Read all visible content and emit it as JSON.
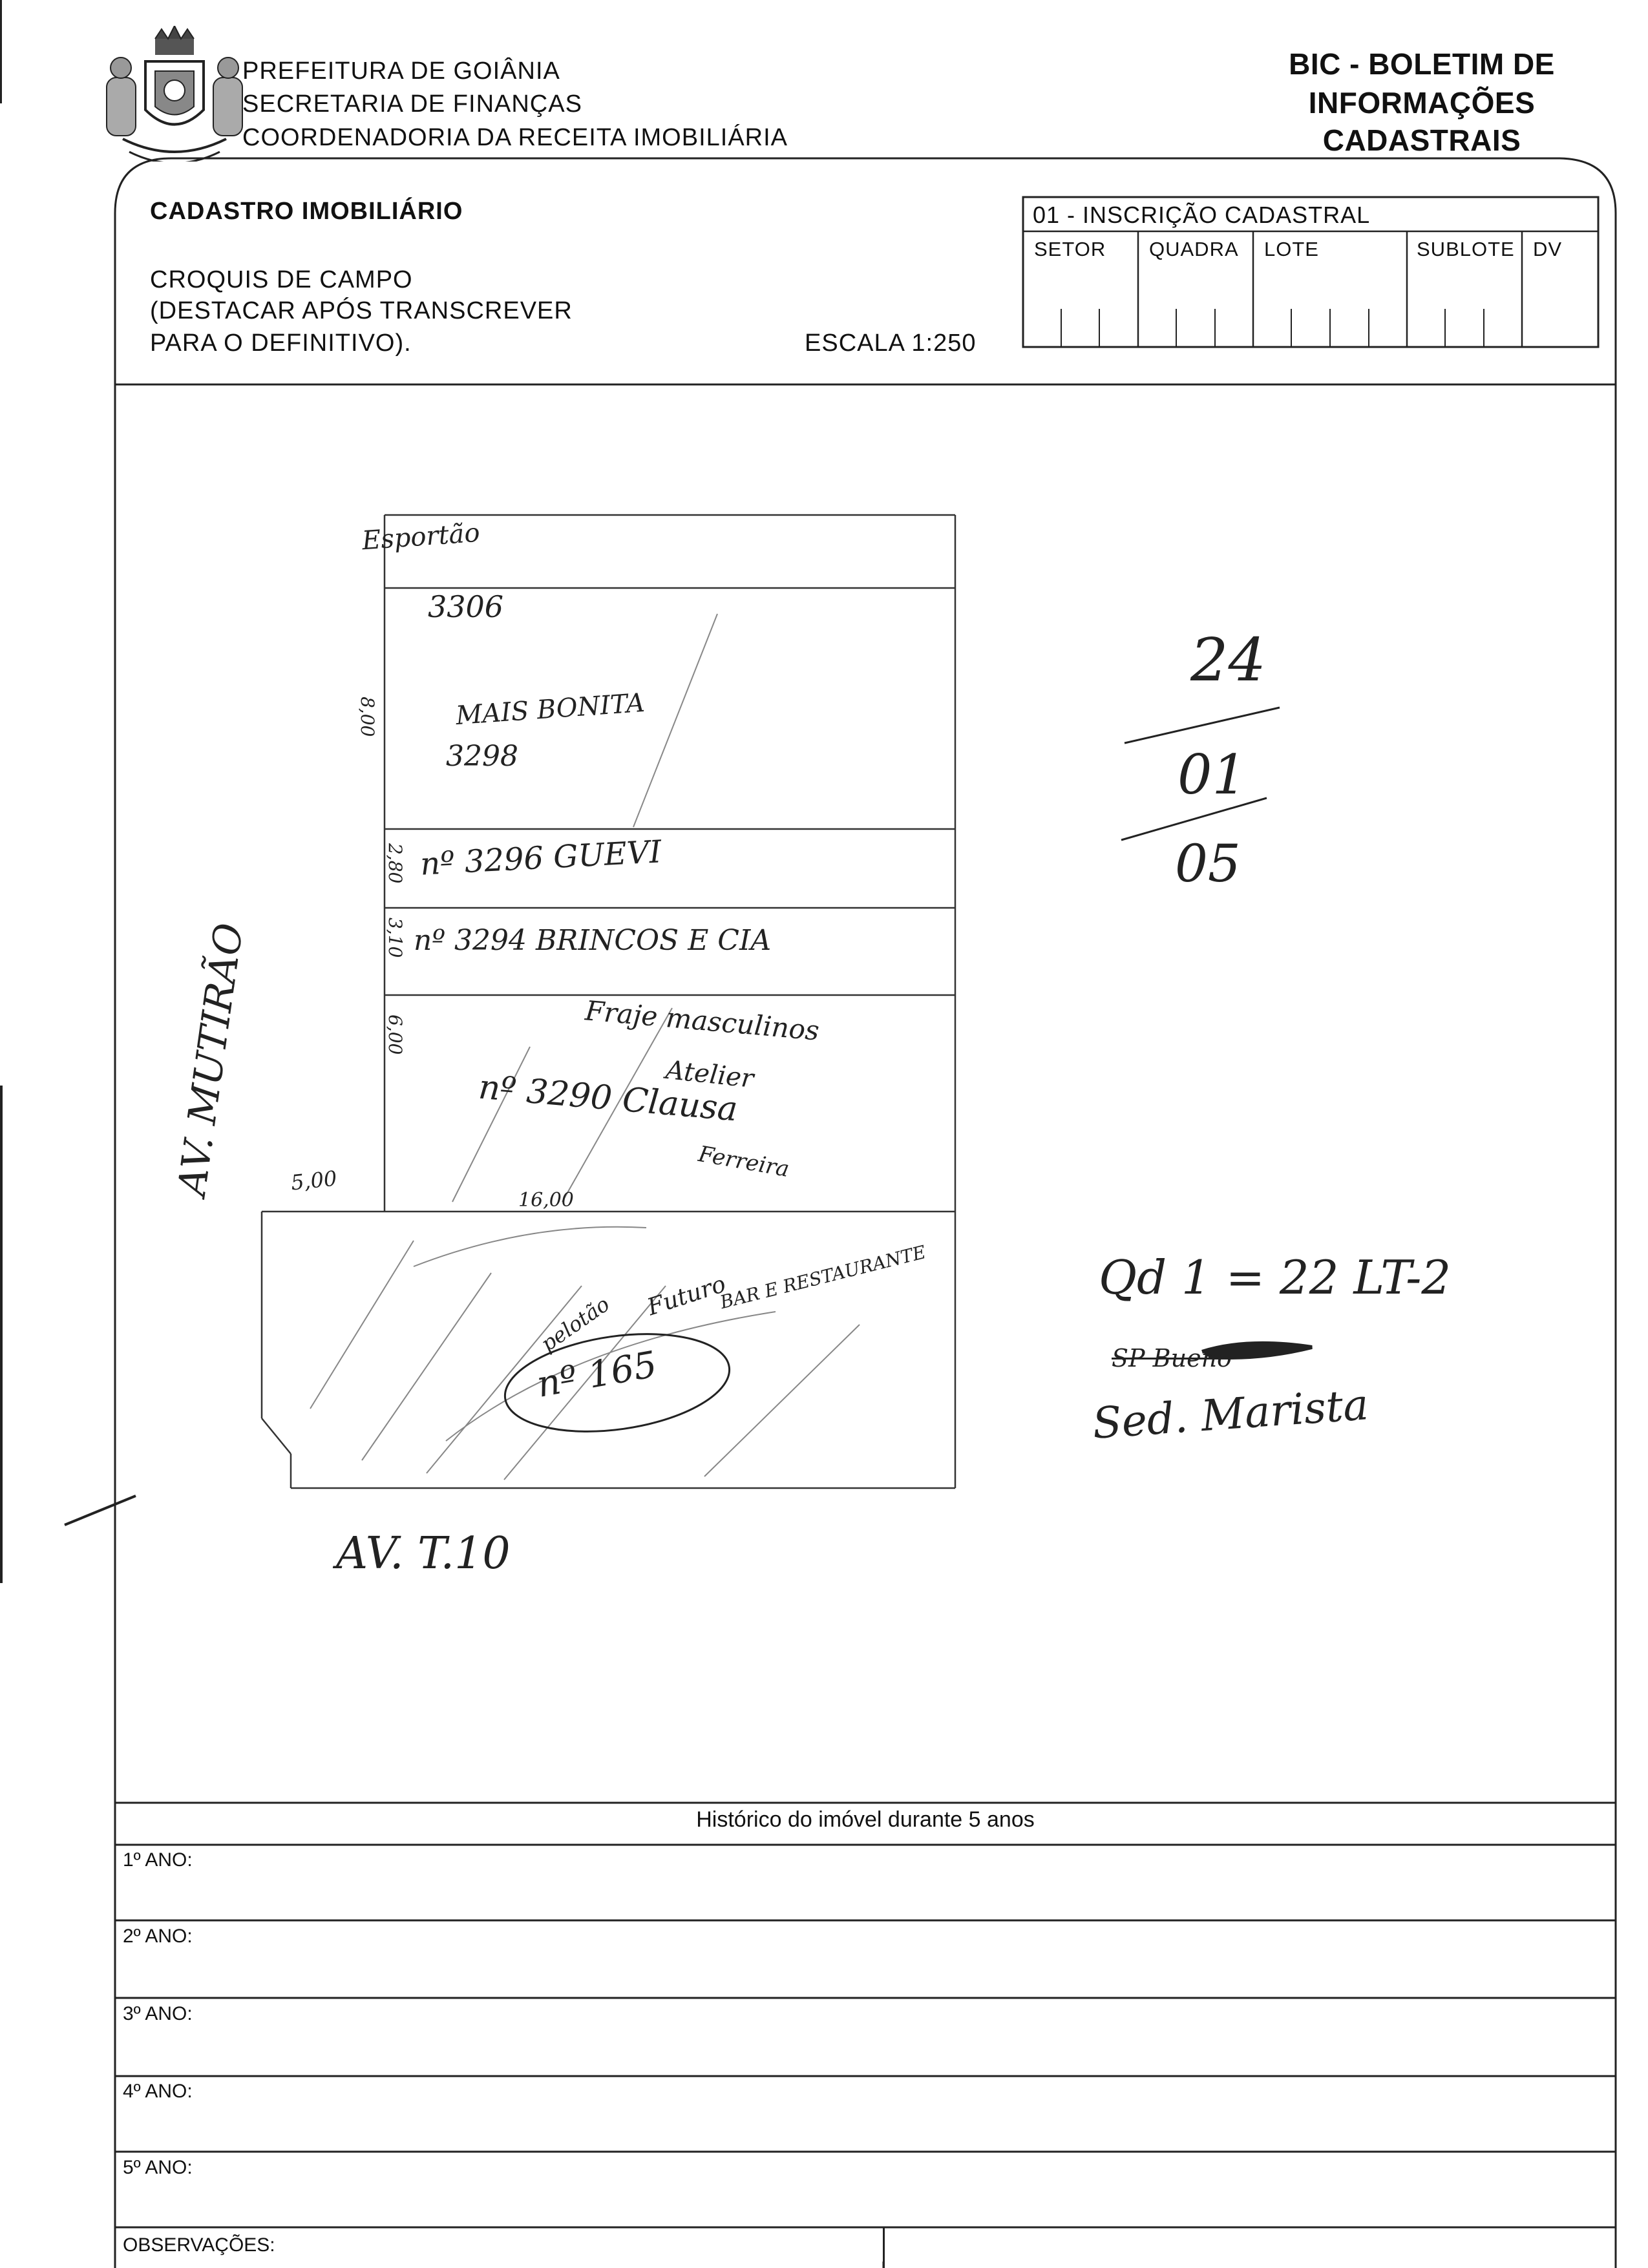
{
  "header": {
    "org_line1": "PREFEITURA DE GOIÂNIA",
    "org_line2": "SECRETARIA DE FINANÇAS",
    "org_line3": "COORDENADORIA DA RECEITA IMOBILIÁRIA",
    "doc_title_line1": "BIC - BOLETIM DE",
    "doc_title_line2": "INFORMAÇÕES CADASTRAIS"
  },
  "form": {
    "section_title": "CADASTRO IMOBILIÁRIO",
    "croquis_line1": "CROQUIS DE CAMPO",
    "croquis_line2": "(DESTACAR APÓS TRANSCREVER",
    "croquis_line3": "PARA O DEFINITIVO).",
    "scale": "ESCALA 1:250",
    "inscricao_title": "01 - INSCRIÇÃO CADASTRAL",
    "columns": [
      "SETOR",
      "QUADRA",
      "LOTE",
      "SUBLOTE",
      "DV"
    ]
  },
  "sketch": {
    "plot1_name": "Esportão",
    "plot1_number": "3306",
    "plot2_width": "8,00",
    "plot2_name": "MAIS BONITA",
    "plot2_number": "3298",
    "plot3_width": "2,80",
    "plot3_label": "nº 3296 GUEVI",
    "plot4_width": "3,10",
    "plot4_label": "nº 3294 BRINCOS E CIA",
    "plot5_width": "6,00",
    "plot5_text1": "Fraje masculinos",
    "plot5_text2": "Atelier",
    "plot5_text3": "nº 3290 Clausa",
    "plot5_text4": "Ferreira",
    "dim_5": "5,00",
    "dim_16": "16,00",
    "plot6_text1": "Futuro",
    "plot6_text2": "BAR E RESTAURANTE",
    "plot6_text3": "pelotão",
    "plot6_number": "nº 165",
    "street_left": "AV. MUTIRÃO",
    "street_bottom": "AV. T.10",
    "frac_num": "24",
    "frac_mid": "01",
    "frac_den": "05",
    "note_line1": "Qd 1 = 22 LT-2",
    "note_line2": "SP Bueno",
    "note_line3": "Sed. Marista"
  },
  "history": {
    "title": "Histórico do imóvel durante 5 anos",
    "years": [
      "1º ANO:",
      "2º ANO:",
      "3º ANO:",
      "4º ANO:",
      "5º ANO:"
    ],
    "observacoes": "OBSERVAÇÕES:"
  }
}
